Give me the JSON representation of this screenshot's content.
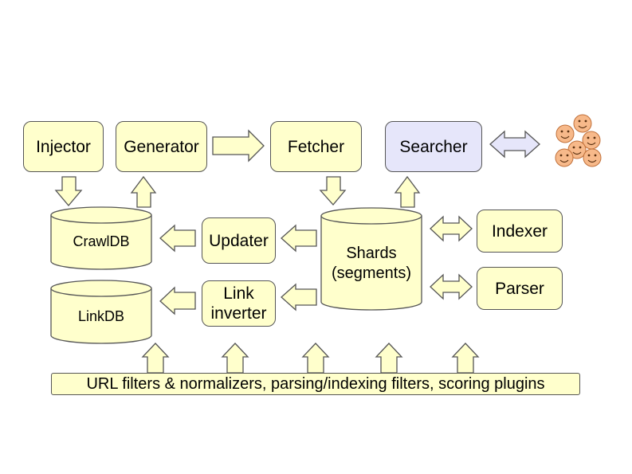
{
  "colors": {
    "fill": "#ffffcc",
    "searcher_fill": "#e6e6fa",
    "users_fill": "#f7b98a",
    "stroke": "#555555"
  },
  "components": {
    "injector": "Injector",
    "generator": "Generator",
    "fetcher": "Fetcher",
    "searcher": "Searcher",
    "updater": "Updater",
    "link_inverter": "Link\ninverter",
    "indexer": "Indexer",
    "parser": "Parser"
  },
  "databases": {
    "crawldb": "CrawlDB",
    "linkdb": "LinkDB",
    "shards": "Shards\n(segments)"
  },
  "plugins_bar": "URL filters & normalizers, parsing/indexing filters, scoring plugins",
  "users_icon": "smiley-faces-group-icon"
}
